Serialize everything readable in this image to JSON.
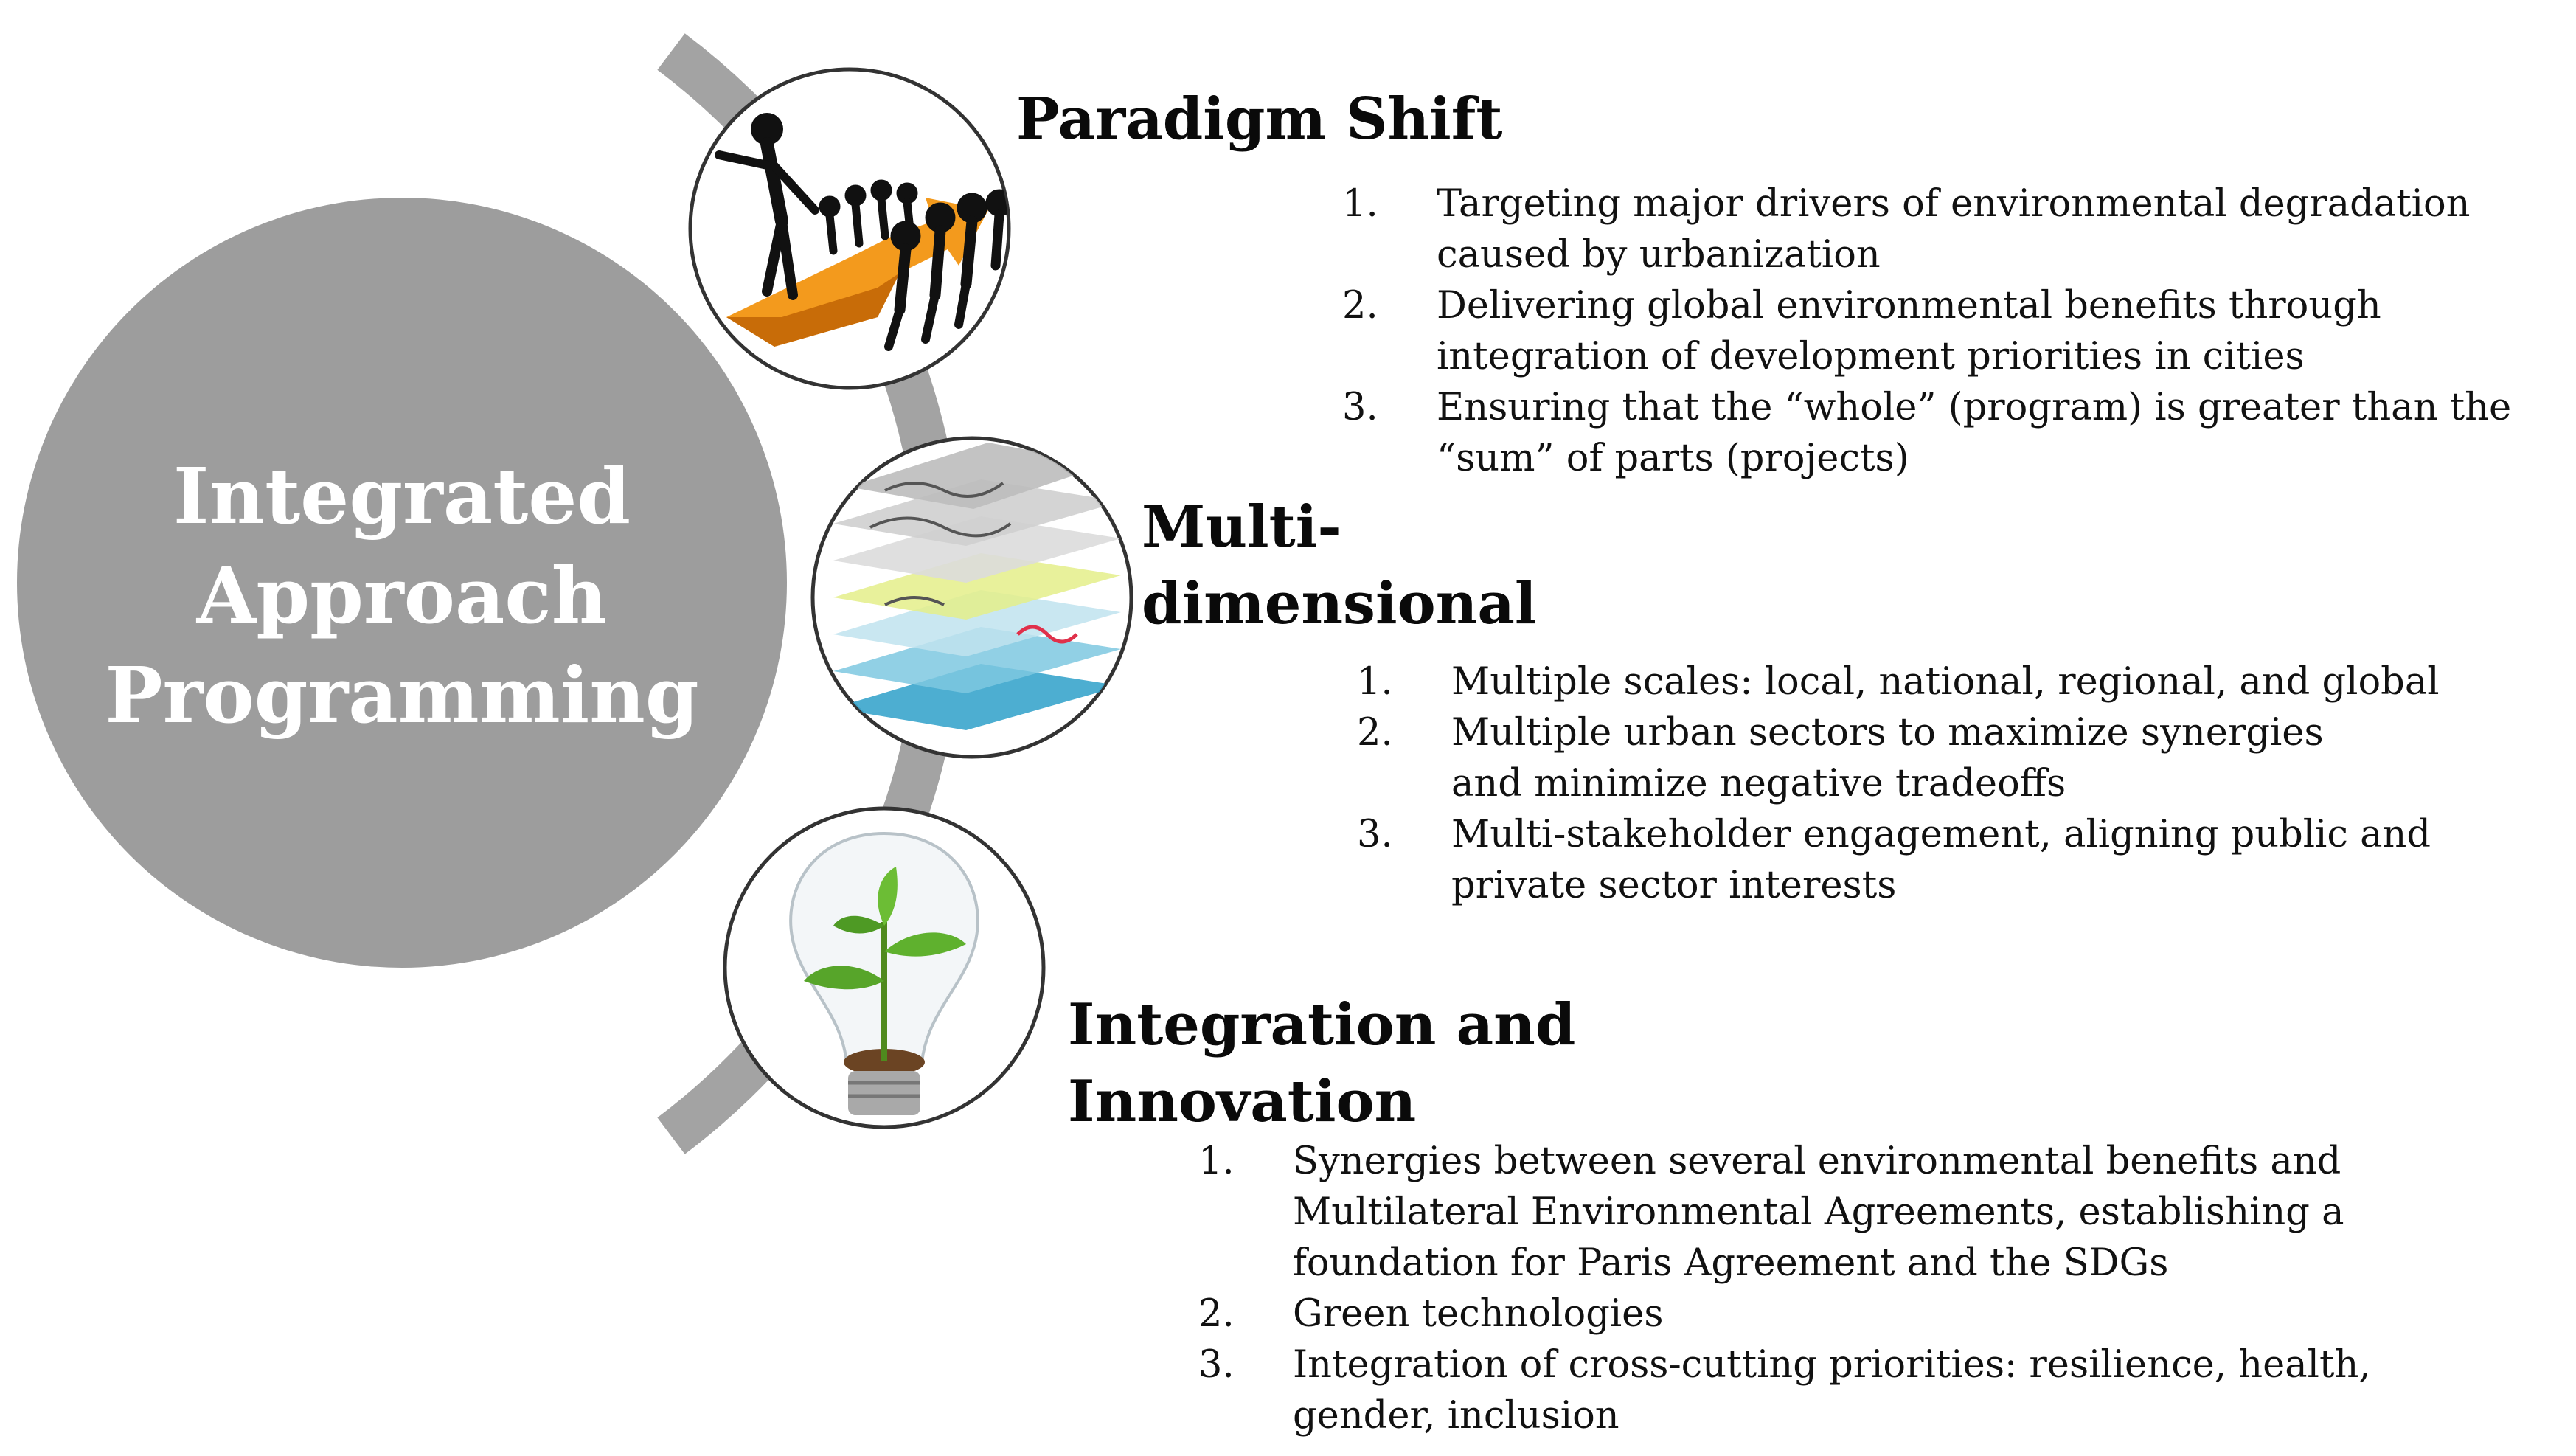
{
  "center": {
    "lines": [
      "Integrated",
      "Approach",
      "Programming"
    ]
  },
  "sections": [
    {
      "icon": "stick-figures-arrow-icon",
      "heading_lines": [
        "Paradigm Shift"
      ],
      "items": [
        {
          "num": "1.",
          "text": "Targeting major drivers of environmental degradation caused by urbanization"
        },
        {
          "num": "2.",
          "text": "Delivering global environmental benefits through integration of development priorities in cities"
        },
        {
          "num": "3.",
          "text": "Ensuring that the “whole” (program) is greater than the “sum” of parts (projects)"
        }
      ]
    },
    {
      "icon": "map-layers-icon",
      "heading_lines": [
        "Multi-",
        "dimensional"
      ],
      "items": [
        {
          "num": "1.",
          "text": "Multiple scales: local, national, regional, and global"
        },
        {
          "num": "2.",
          "text": "Multiple urban sectors to maximize synergies and minimize negative tradeoffs"
        },
        {
          "num": "3.",
          "text": "Multi-stakeholder engagement, aligning public and private sector interests"
        }
      ]
    },
    {
      "icon": "lightbulb-sprout-icon",
      "heading_lines": [
        "Integration and",
        "Innovation"
      ],
      "items": [
        {
          "num": "1.",
          "text": "Synergies between several environmental benefits and Multilateral Environmental Agreements, establishing a foundation for Paris Agreement and the SDGs"
        },
        {
          "num": "2.",
          "text": "Green technologies"
        },
        {
          "num": "3.",
          "text": "Integration of cross-cutting priorities: resilience, health, gender, inclusion"
        }
      ]
    }
  ],
  "colors": {
    "circle": "#9d9d9d",
    "arc": "#a3a3a3",
    "text": "#111111",
    "center_text": "#ffffff"
  }
}
